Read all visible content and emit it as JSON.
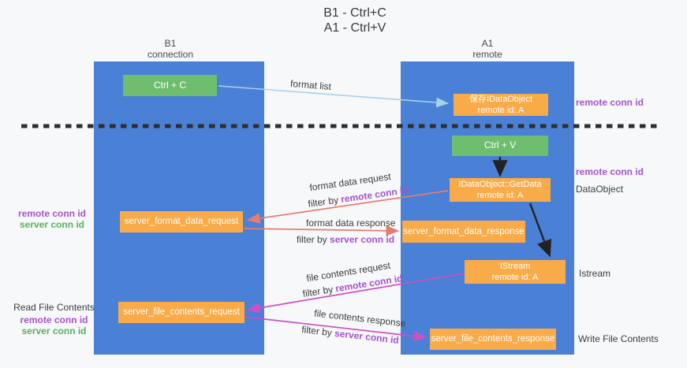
{
  "title": {
    "line1": "B1 - Ctrl+C",
    "line2": "A1 - Ctrl+V"
  },
  "lifelines": {
    "left": {
      "name": "B1",
      "role": "connection"
    },
    "right": {
      "name": "A1",
      "role": "remote"
    }
  },
  "boxes": {
    "ctrl_c": {
      "label": "Ctrl + C"
    },
    "ctrl_v": {
      "label": "Ctrl + V"
    },
    "save_idataobject": {
      "line1": "保存IDataObject",
      "line2": "remote id: A"
    },
    "getdata": {
      "line1": "IDataObject::GetData",
      "line2": "remote id: A"
    },
    "istream": {
      "line1": "IStream",
      "line2": "remote id: A"
    },
    "format_request": {
      "label": "server_format_data_request"
    },
    "format_response": {
      "label": "server_format_data_response"
    },
    "file_request": {
      "label": "server_file_contents_request"
    },
    "file_response": {
      "label": "server_file_contents_response"
    }
  },
  "flow_labels": {
    "format_list": "format list",
    "format_data_request": "format data request",
    "format_data_response": "format data response",
    "file_contents_request": "file contents request",
    "file_contents_response": "file contents response",
    "filter_by": "filter by",
    "remote_conn_id": "remote conn id",
    "server_conn_id": "server conn id"
  },
  "side_labels": {
    "remote_conn_id": "remote conn id",
    "server_conn_id": "server conn id",
    "dataobject": "DataObject",
    "istream": "Istream",
    "read_file_contents": "Read File Contents",
    "write_file_contents": "Write File Contents"
  },
  "colors": {
    "lifeline_blue": "#4a80d5",
    "action_green": "#6fbe70",
    "message_orange": "#f9ab49",
    "request_salmon": "#e57d72",
    "file_magenta": "#cb51c3",
    "format_list_blue": "#a8d0eb",
    "remote_conn_purple": "#a353cb",
    "server_conn_green": "#57b25c",
    "separator_black": "#2e2e2e"
  }
}
